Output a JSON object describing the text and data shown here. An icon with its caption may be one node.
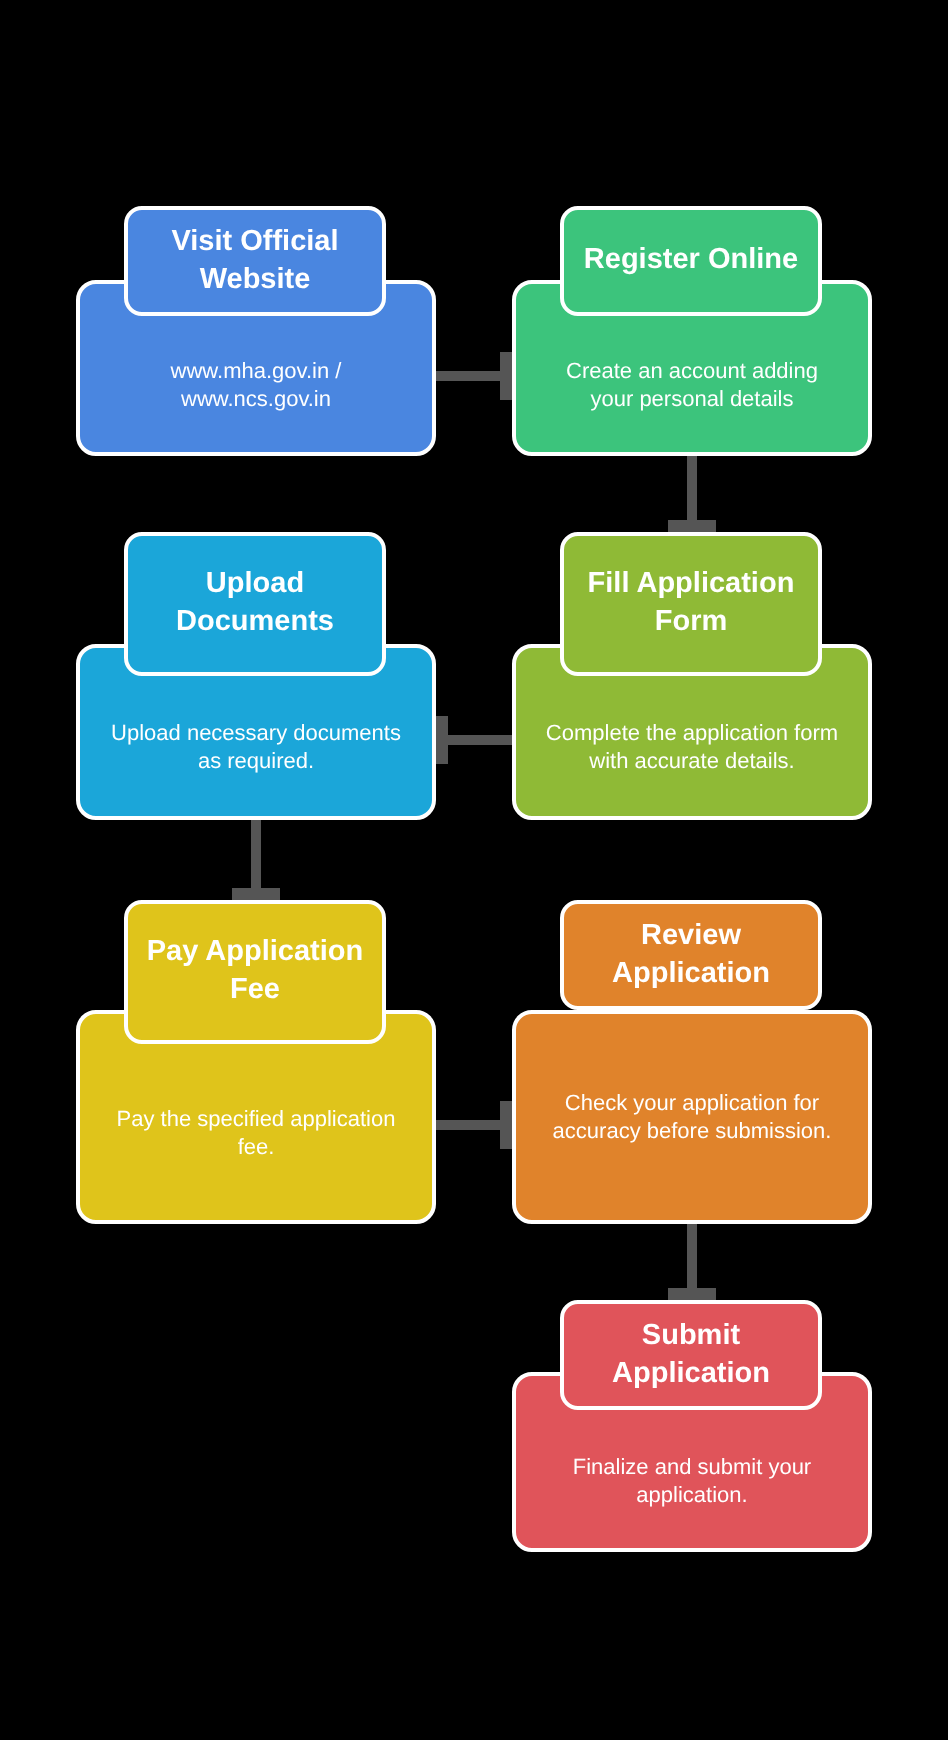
{
  "diagram": {
    "nodes": [
      {
        "text": [
          "Visit Official Website",
          "www.mha.gov.in / www.ncs.gov.in"
        ]
      },
      {
        "text": [
          "Register Online",
          "Create an account adding your personal details"
        ]
      },
      {
        "text": [
          "Upload Documents",
          "Upload necessary documents as required."
        ]
      },
      {
        "text": [
          "Fill Application Form",
          "Complete the application form with accurate details."
        ]
      },
      {
        "text": [
          "Pay Application Fee",
          "Pay the specified application fee."
        ]
      },
      {
        "text": [
          "Review Application",
          "Check your application for accuracy before submission."
        ]
      },
      {
        "text": [
          "Submit Application",
          "Finalize and submit your application."
        ]
      }
    ],
    "edges": [
      {
        "from": 0,
        "to": 1,
        "arrow": "other"
      },
      {
        "from": 1,
        "to": 3,
        "arrow": "other"
      },
      {
        "from": 3,
        "to": 2,
        "arrow": "other"
      },
      {
        "from": 2,
        "to": 4,
        "arrow": "other"
      },
      {
        "from": 4,
        "to": 5,
        "arrow": "other"
      },
      {
        "from": 5,
        "to": 6,
        "arrow": "other"
      }
    ]
  }
}
